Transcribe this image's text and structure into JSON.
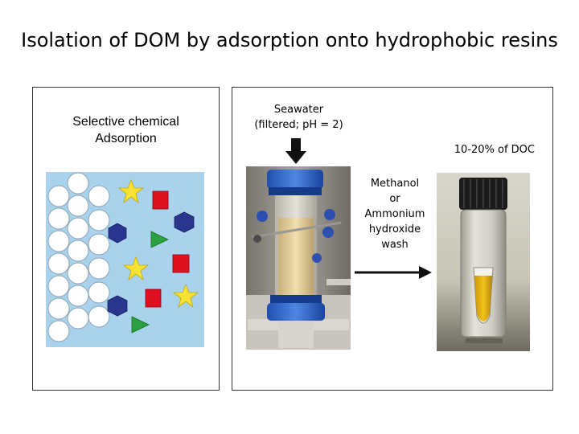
{
  "title": "Isolation of DOM by adsorption onto hydrophobic resins",
  "left_panel": {
    "label_line1": "Selective chemical",
    "label_line2": "Adsorption"
  },
  "right_panel": {
    "seawater_line1": "Seawater",
    "seawater_line2": "(filtered; pH = 2)",
    "doc_percent": "10-20% of DOC",
    "wash_lines": [
      "Methanol",
      "or",
      "Ammonium",
      "hydroxide",
      "wash"
    ]
  },
  "colors": {
    "resin_background": "#a9d2ec",
    "bead": "#ffffff",
    "star": "#f5e234",
    "square": "#e01020",
    "hexagon": "#2a3590",
    "triangle": "#2aa040"
  }
}
